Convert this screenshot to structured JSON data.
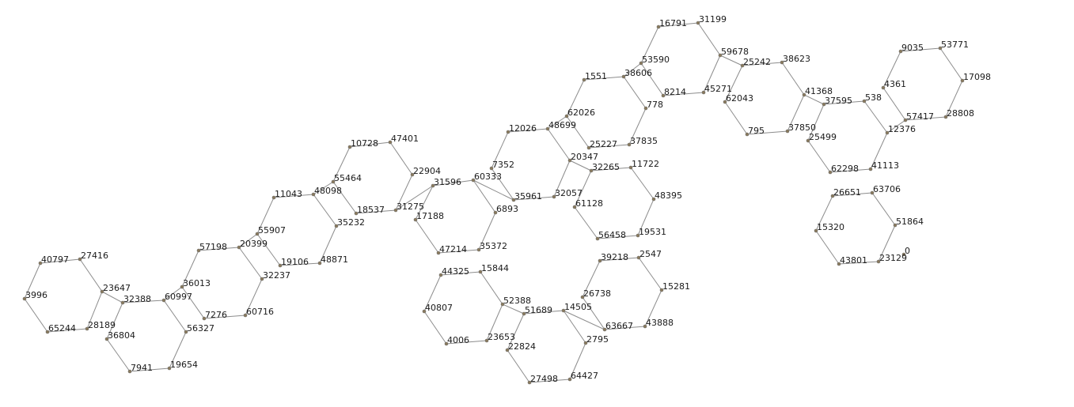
{
  "colors": {
    "edge": "#8c8c8c",
    "node": "#8a7a5c",
    "label": "#1a1a1a",
    "background": "#ffffff"
  },
  "graph": {
    "nodes": [
      {
        "id": "40797",
        "label": "40797"
      },
      {
        "id": "27416",
        "label": "27416"
      },
      {
        "id": "23647",
        "label": "23647"
      },
      {
        "id": "28189",
        "label": "28189"
      },
      {
        "id": "65244",
        "label": "65244"
      },
      {
        "id": "3996",
        "label": "3996"
      },
      {
        "id": "32388",
        "label": "32388"
      },
      {
        "id": "60997",
        "label": "60997"
      },
      {
        "id": "56327",
        "label": "56327"
      },
      {
        "id": "19654",
        "label": "19654"
      },
      {
        "id": "7941",
        "label": "7941"
      },
      {
        "id": "36804",
        "label": "36804"
      },
      {
        "id": "57198",
        "label": "57198"
      },
      {
        "id": "20399",
        "label": "20399"
      },
      {
        "id": "32237",
        "label": "32237"
      },
      {
        "id": "60716",
        "label": "60716"
      },
      {
        "id": "7276",
        "label": "7276"
      },
      {
        "id": "36013",
        "label": "36013"
      },
      {
        "id": "11043",
        "label": "11043"
      },
      {
        "id": "48098",
        "label": "48098"
      },
      {
        "id": "35232",
        "label": "35232"
      },
      {
        "id": "48871",
        "label": "48871"
      },
      {
        "id": "19106",
        "label": "19106"
      },
      {
        "id": "55907",
        "label": "55907"
      },
      {
        "id": "10728",
        "label": "10728"
      },
      {
        "id": "47401",
        "label": "47401"
      },
      {
        "id": "22904",
        "label": "22904"
      },
      {
        "id": "31275",
        "label": "31275"
      },
      {
        "id": "18537",
        "label": "18537"
      },
      {
        "id": "55464",
        "label": "55464"
      },
      {
        "id": "31596",
        "label": "31596"
      },
      {
        "id": "60333",
        "label": "60333"
      },
      {
        "id": "6893",
        "label": "6893"
      },
      {
        "id": "35372",
        "label": "35372"
      },
      {
        "id": "47214",
        "label": "47214"
      },
      {
        "id": "17188",
        "label": "17188"
      },
      {
        "id": "12026",
        "label": "12026"
      },
      {
        "id": "48699",
        "label": "48699"
      },
      {
        "id": "20347",
        "label": "20347"
      },
      {
        "id": "32057",
        "label": "32057"
      },
      {
        "id": "35961",
        "label": "35961"
      },
      {
        "id": "7352",
        "label": "7352"
      },
      {
        "id": "1551",
        "label": "1551"
      },
      {
        "id": "38606",
        "label": "38606"
      },
      {
        "id": "778",
        "label": "778"
      },
      {
        "id": "37835",
        "label": "37835"
      },
      {
        "id": "25227",
        "label": "25227"
      },
      {
        "id": "62026",
        "label": "62026"
      },
      {
        "id": "16791",
        "label": "16791"
      },
      {
        "id": "31199",
        "label": "31199"
      },
      {
        "id": "59678",
        "label": "59678"
      },
      {
        "id": "45271",
        "label": "45271"
      },
      {
        "id": "8214",
        "label": "8214"
      },
      {
        "id": "53590",
        "label": "53590"
      },
      {
        "id": "25242",
        "label": "25242"
      },
      {
        "id": "38623",
        "label": "38623"
      },
      {
        "id": "41368",
        "label": "41368"
      },
      {
        "id": "37850",
        "label": "37850"
      },
      {
        "id": "795",
        "label": "795"
      },
      {
        "id": "62043",
        "label": "62043"
      },
      {
        "id": "37595",
        "label": "37595"
      },
      {
        "id": "538",
        "label": "538"
      },
      {
        "id": "12376",
        "label": "12376"
      },
      {
        "id": "41113",
        "label": "41113"
      },
      {
        "id": "62298",
        "label": "62298"
      },
      {
        "id": "25499",
        "label": "25499"
      },
      {
        "id": "9035",
        "label": "9035"
      },
      {
        "id": "53771",
        "label": "53771"
      },
      {
        "id": "17098",
        "label": "17098"
      },
      {
        "id": "28808",
        "label": "28808"
      },
      {
        "id": "57417",
        "label": "57417"
      },
      {
        "id": "4361",
        "label": "4361"
      },
      {
        "id": "32265",
        "label": "32265"
      },
      {
        "id": "11722",
        "label": "11722"
      },
      {
        "id": "48395",
        "label": "48395"
      },
      {
        "id": "19531",
        "label": "19531"
      },
      {
        "id": "56458",
        "label": "56458"
      },
      {
        "id": "61128",
        "label": "61128"
      },
      {
        "id": "44325",
        "label": "44325"
      },
      {
        "id": "15844",
        "label": "15844"
      },
      {
        "id": "52388",
        "label": "52388"
      },
      {
        "id": "23653",
        "label": "23653"
      },
      {
        "id": "4006",
        "label": "4006"
      },
      {
        "id": "40807",
        "label": "40807"
      },
      {
        "id": "39218",
        "label": "39218"
      },
      {
        "id": "2547",
        "label": "2547"
      },
      {
        "id": "15281",
        "label": "15281"
      },
      {
        "id": "43888",
        "label": "43888"
      },
      {
        "id": "63667",
        "label": "63667"
      },
      {
        "id": "26738",
        "label": "26738"
      },
      {
        "id": "51689",
        "label": "51689"
      },
      {
        "id": "14505",
        "label": "14505"
      },
      {
        "id": "2795",
        "label": "2795"
      },
      {
        "id": "64427",
        "label": "64427"
      },
      {
        "id": "27498",
        "label": "27498"
      },
      {
        "id": "22824",
        "label": "22824"
      },
      {
        "id": "26651",
        "label": "26651"
      },
      {
        "id": "63706",
        "label": "63706"
      },
      {
        "id": "51864",
        "label": "51864"
      },
      {
        "id": "23129",
        "label": "23129"
      },
      {
        "id": "43801",
        "label": "43801"
      },
      {
        "id": "15320",
        "label": "15320"
      },
      {
        "id": "0",
        "label": "0"
      }
    ],
    "edges": [
      [
        "40797",
        "27416"
      ],
      [
        "27416",
        "23647"
      ],
      [
        "23647",
        "28189"
      ],
      [
        "28189",
        "65244"
      ],
      [
        "65244",
        "3996"
      ],
      [
        "3996",
        "40797"
      ],
      [
        "23647",
        "32388"
      ],
      [
        "32388",
        "36804"
      ],
      [
        "36804",
        "7941"
      ],
      [
        "7941",
        "19654"
      ],
      [
        "19654",
        "56327"
      ],
      [
        "56327",
        "60997"
      ],
      [
        "60997",
        "32388"
      ],
      [
        "60997",
        "36013"
      ],
      [
        "36013",
        "57198"
      ],
      [
        "57198",
        "20399"
      ],
      [
        "20399",
        "32237"
      ],
      [
        "32237",
        "60716"
      ],
      [
        "60716",
        "7276"
      ],
      [
        "7276",
        "36013"
      ],
      [
        "20399",
        "55907"
      ],
      [
        "55907",
        "11043"
      ],
      [
        "11043",
        "48098"
      ],
      [
        "48098",
        "35232"
      ],
      [
        "35232",
        "48871"
      ],
      [
        "48871",
        "19106"
      ],
      [
        "19106",
        "55907"
      ],
      [
        "48098",
        "55464"
      ],
      [
        "55464",
        "10728"
      ],
      [
        "10728",
        "47401"
      ],
      [
        "47401",
        "22904"
      ],
      [
        "22904",
        "31275"
      ],
      [
        "31275",
        "18537"
      ],
      [
        "18537",
        "55464"
      ],
      [
        "31275",
        "31596"
      ],
      [
        "31596",
        "17188"
      ],
      [
        "17188",
        "47214"
      ],
      [
        "47214",
        "35372"
      ],
      [
        "35372",
        "6893"
      ],
      [
        "6893",
        "60333"
      ],
      [
        "60333",
        "31596"
      ],
      [
        "60333",
        "35961"
      ],
      [
        "35961",
        "7352"
      ],
      [
        "7352",
        "12026"
      ],
      [
        "12026",
        "48699"
      ],
      [
        "48699",
        "20347"
      ],
      [
        "20347",
        "32057"
      ],
      [
        "32057",
        "35961"
      ],
      [
        "48699",
        "62026"
      ],
      [
        "62026",
        "1551"
      ],
      [
        "1551",
        "38606"
      ],
      [
        "38606",
        "778"
      ],
      [
        "778",
        "37835"
      ],
      [
        "37835",
        "25227"
      ],
      [
        "25227",
        "62026"
      ],
      [
        "38606",
        "53590"
      ],
      [
        "53590",
        "16791"
      ],
      [
        "16791",
        "31199"
      ],
      [
        "31199",
        "59678"
      ],
      [
        "59678",
        "45271"
      ],
      [
        "45271",
        "8214"
      ],
      [
        "8214",
        "53590"
      ],
      [
        "59678",
        "25242"
      ],
      [
        "25242",
        "62043"
      ],
      [
        "62043",
        "795"
      ],
      [
        "795",
        "37850"
      ],
      [
        "37850",
        "41368"
      ],
      [
        "41368",
        "38623"
      ],
      [
        "38623",
        "25242"
      ],
      [
        "41368",
        "37595"
      ],
      [
        "37595",
        "25499"
      ],
      [
        "25499",
        "62298"
      ],
      [
        "62298",
        "41113"
      ],
      [
        "41113",
        "12376"
      ],
      [
        "12376",
        "538"
      ],
      [
        "538",
        "37595"
      ],
      [
        "12376",
        "57417"
      ],
      [
        "57417",
        "4361"
      ],
      [
        "4361",
        "9035"
      ],
      [
        "9035",
        "53771"
      ],
      [
        "53771",
        "17098"
      ],
      [
        "17098",
        "28808"
      ],
      [
        "28808",
        "57417"
      ],
      [
        "20347",
        "32265"
      ],
      [
        "32265",
        "61128"
      ],
      [
        "61128",
        "56458"
      ],
      [
        "56458",
        "19531"
      ],
      [
        "19531",
        "48395"
      ],
      [
        "48395",
        "11722"
      ],
      [
        "11722",
        "32265"
      ],
      [
        "44325",
        "15844"
      ],
      [
        "15844",
        "52388"
      ],
      [
        "52388",
        "23653"
      ],
      [
        "23653",
        "4006"
      ],
      [
        "4006",
        "40807"
      ],
      [
        "40807",
        "44325"
      ],
      [
        "39218",
        "2547"
      ],
      [
        "2547",
        "15281"
      ],
      [
        "15281",
        "43888"
      ],
      [
        "43888",
        "63667"
      ],
      [
        "63667",
        "26738"
      ],
      [
        "26738",
        "39218"
      ],
      [
        "52388",
        "51689"
      ],
      [
        "51689",
        "22824"
      ],
      [
        "22824",
        "27498"
      ],
      [
        "27498",
        "64427"
      ],
      [
        "64427",
        "2795"
      ],
      [
        "2795",
        "14505"
      ],
      [
        "14505",
        "51689"
      ],
      [
        "14505",
        "63667"
      ],
      [
        "26651",
        "63706"
      ],
      [
        "63706",
        "51864"
      ],
      [
        "51864",
        "23129"
      ],
      [
        "23129",
        "43801"
      ],
      [
        "43801",
        "15320"
      ],
      [
        "15320",
        "26651"
      ]
    ]
  }
}
